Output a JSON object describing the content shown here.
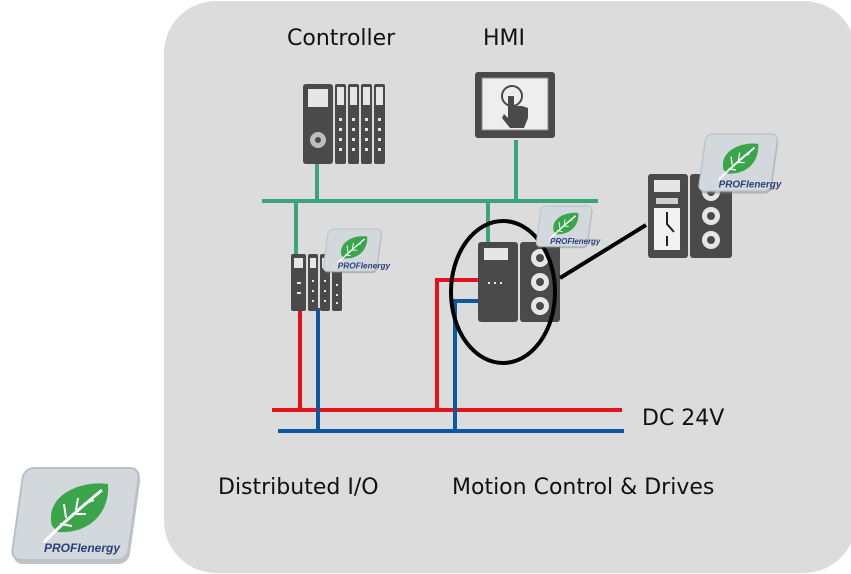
{
  "labels": {
    "controller": "Controller",
    "hmi": "HMI",
    "dc_supply": "DC 24V",
    "distributed_io": "Distributed I/O",
    "motion_control": "Motion Control & Drives"
  },
  "badge": {
    "text": "PROFIenergy"
  },
  "colors": {
    "background_panel": "#dcdcdc",
    "network_line": "#3aa57a",
    "power_red": "#e3121b",
    "power_blue": "#0b5aa1",
    "device_dark": "#4a4a4a",
    "leaf_green": "#3aa54a",
    "highlight_circle": "#000000"
  },
  "icons": [
    "controller-icon",
    "hmi-touch-icon",
    "distributed-io-icon",
    "drive-icon",
    "motor-starter-icon",
    "profienergy-leaf-icon"
  ]
}
